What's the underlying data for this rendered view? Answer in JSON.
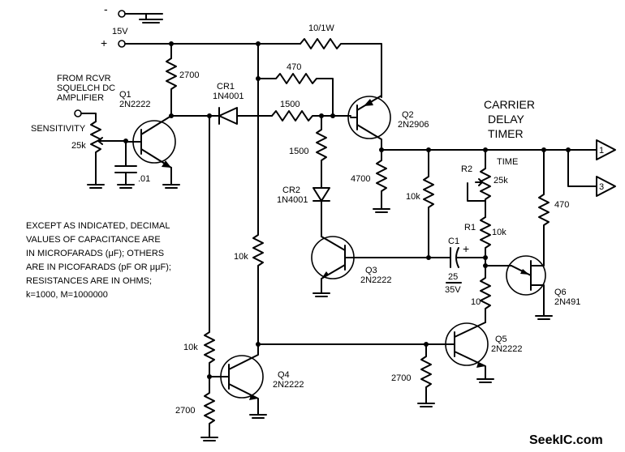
{
  "power": {
    "minus": "-",
    "plus": "+",
    "voltage": "15V"
  },
  "input": {
    "line1": "FROM RCVR",
    "line2": "SQUELCH DC",
    "line3": "AMPLIFIER"
  },
  "sensitivity": {
    "label": "SENSITIVITY",
    "value": "25k"
  },
  "title": {
    "line1": "CARRIER",
    "line2": "DELAY",
    "line3": "TIMER"
  },
  "transistors": {
    "q1": {
      "ref": "Q1",
      "part": "2N2222"
    },
    "q2": {
      "ref": "Q2",
      "part": "2N2906"
    },
    "q3": {
      "ref": "Q3",
      "part": "2N2222"
    },
    "q4": {
      "ref": "Q4",
      "part": "2N2222"
    },
    "q5": {
      "ref": "Q5",
      "part": "2N2222"
    },
    "q6": {
      "ref": "Q6",
      "part": "2N491"
    }
  },
  "diodes": {
    "cr1": {
      "ref": "CR1",
      "part": "1N4001"
    },
    "cr2": {
      "ref": "CR2",
      "part": "1N4001"
    }
  },
  "resistors": {
    "r_top": "10/1W",
    "r_q1c": "2700",
    "r_470a": "470",
    "r_1500a": "1500",
    "r_1500b": "1500",
    "r_4700": "4700",
    "r_10k_mid": "10k",
    "r_10k_q3": "10k",
    "r_10k_q4": "10k",
    "r_2700_q4": "2700",
    "r_2700_q5": "2700",
    "r_10": "10",
    "r_470b": "470",
    "r1_ref": "R1",
    "r1_val": "10k",
    "r2_ref": "R2",
    "r2_val": "25k",
    "time": "TIME"
  },
  "capacitors": {
    "c_small": ".01",
    "c1_ref": "C1",
    "c1_plus": "+",
    "c1_val1": "25",
    "c1_val2": "35V"
  },
  "outputs": {
    "o1": "1",
    "o3": "3"
  },
  "notes": [
    "EXCEPT AS INDICATED, DECIMAL",
    "VALUES OF CAPACITANCE ARE",
    "IN MICROFARADS (μF); OTHERS",
    "ARE IN PICOFARADS (pF OR μμF);",
    "RESISTANCES ARE IN OHMS;",
    "k=1000, M=1000000"
  ],
  "watermark": "SeekIC.com"
}
